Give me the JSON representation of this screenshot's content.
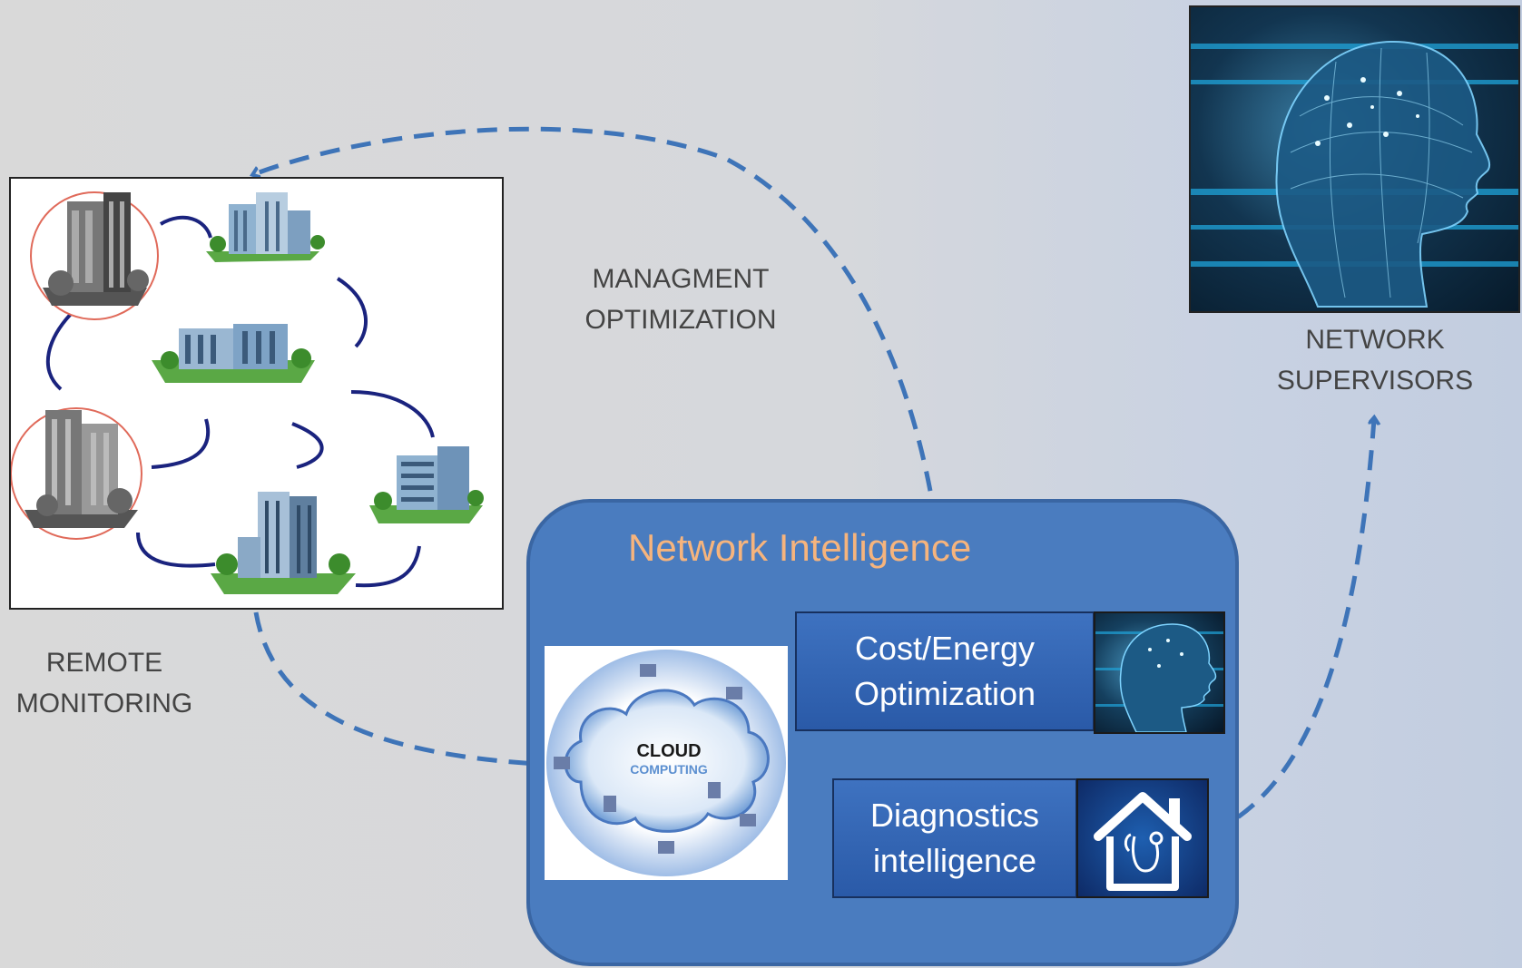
{
  "labels": {
    "management": [
      "MANAGMENT",
      "OPTIMIZATION"
    ],
    "remote": [
      "REMOTE",
      "MONITORING"
    ],
    "supervisors": [
      "NETWORK",
      "SUPERVISORS"
    ]
  },
  "network_intelligence": {
    "title": "Network Intelligence",
    "cost_energy": [
      "Cost/Energy",
      "Optimization"
    ],
    "diagnostics": [
      "Diagnostics",
      "intelligence"
    ],
    "cloud": [
      "CLOUD",
      "COMPUTING"
    ]
  },
  "colors": {
    "arrow": "#3e74b8",
    "ni_box": "#4a7cbf",
    "ni_title": "#f6b47d",
    "card": "#2f62b0"
  },
  "icons": {
    "buildings": "office-building-icon",
    "brain": "brain-head-icon",
    "cloud": "cloud-computing-icon",
    "home": "home-stethoscope-icon"
  }
}
